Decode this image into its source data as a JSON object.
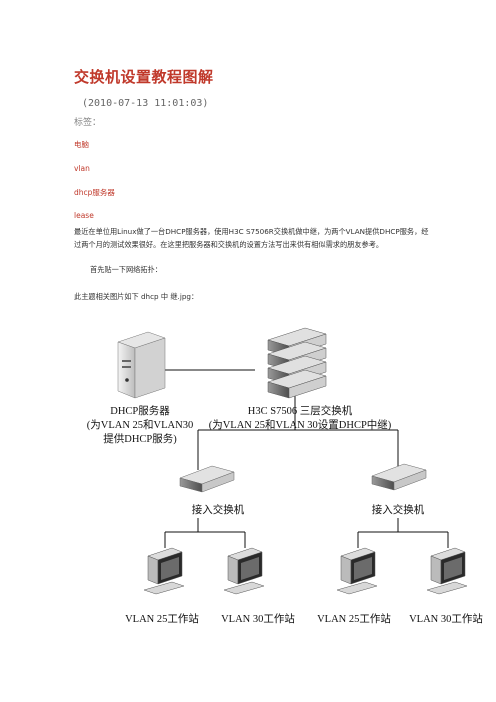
{
  "article": {
    "title": "交换机设置教程图解",
    "date": "(2010-07-13 11:01:03)",
    "tags_label": "标签：",
    "tags": [
      "电脑",
      "vlan",
      "dhcp服务器",
      "lease"
    ],
    "paragraph1": "最近在单位用Linux做了一台DHCP服务器，使用H3C S7506R交换机做中继，为两个VLAN提供DHCP服务，经过两个月的测试效果很好。在这里把服务器和交换机的设置方法写出来供有相似需求的朋友参考。",
    "paragraph2": "首先贴一下网络拓扑：",
    "paragraph3": "此主题相关图片如下 dhcp 中 继.jpg："
  },
  "diagram": {
    "server_label_1": "DHCP服务器",
    "server_label_2": "(为VLAN 25和VLAN30",
    "server_label_3": "提供DHCP服务)",
    "core_label_1": "H3C S7506 三层交换机",
    "core_label_2": "(为VLAN 25和VLAN 30设置DHCP中继)",
    "access_left": "接入交换机",
    "access_right": "接入交换机",
    "ws1": "VLAN 25工作站",
    "ws2": "VLAN 30工作站",
    "ws3": "VLAN 25工作站",
    "ws4": "VLAN 30工作站"
  }
}
